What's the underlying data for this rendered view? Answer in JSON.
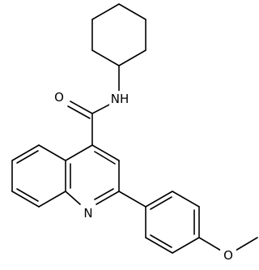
{
  "molecule": {
    "atoms": {
      "oxygen_carbonyl": "O",
      "amide_nitrogen": "NH",
      "quinoline_nitrogen": "N",
      "methoxy_oxygen": "O"
    },
    "colors": {
      "bond": "#000000",
      "label": "#000000",
      "background": "#ffffff"
    }
  }
}
